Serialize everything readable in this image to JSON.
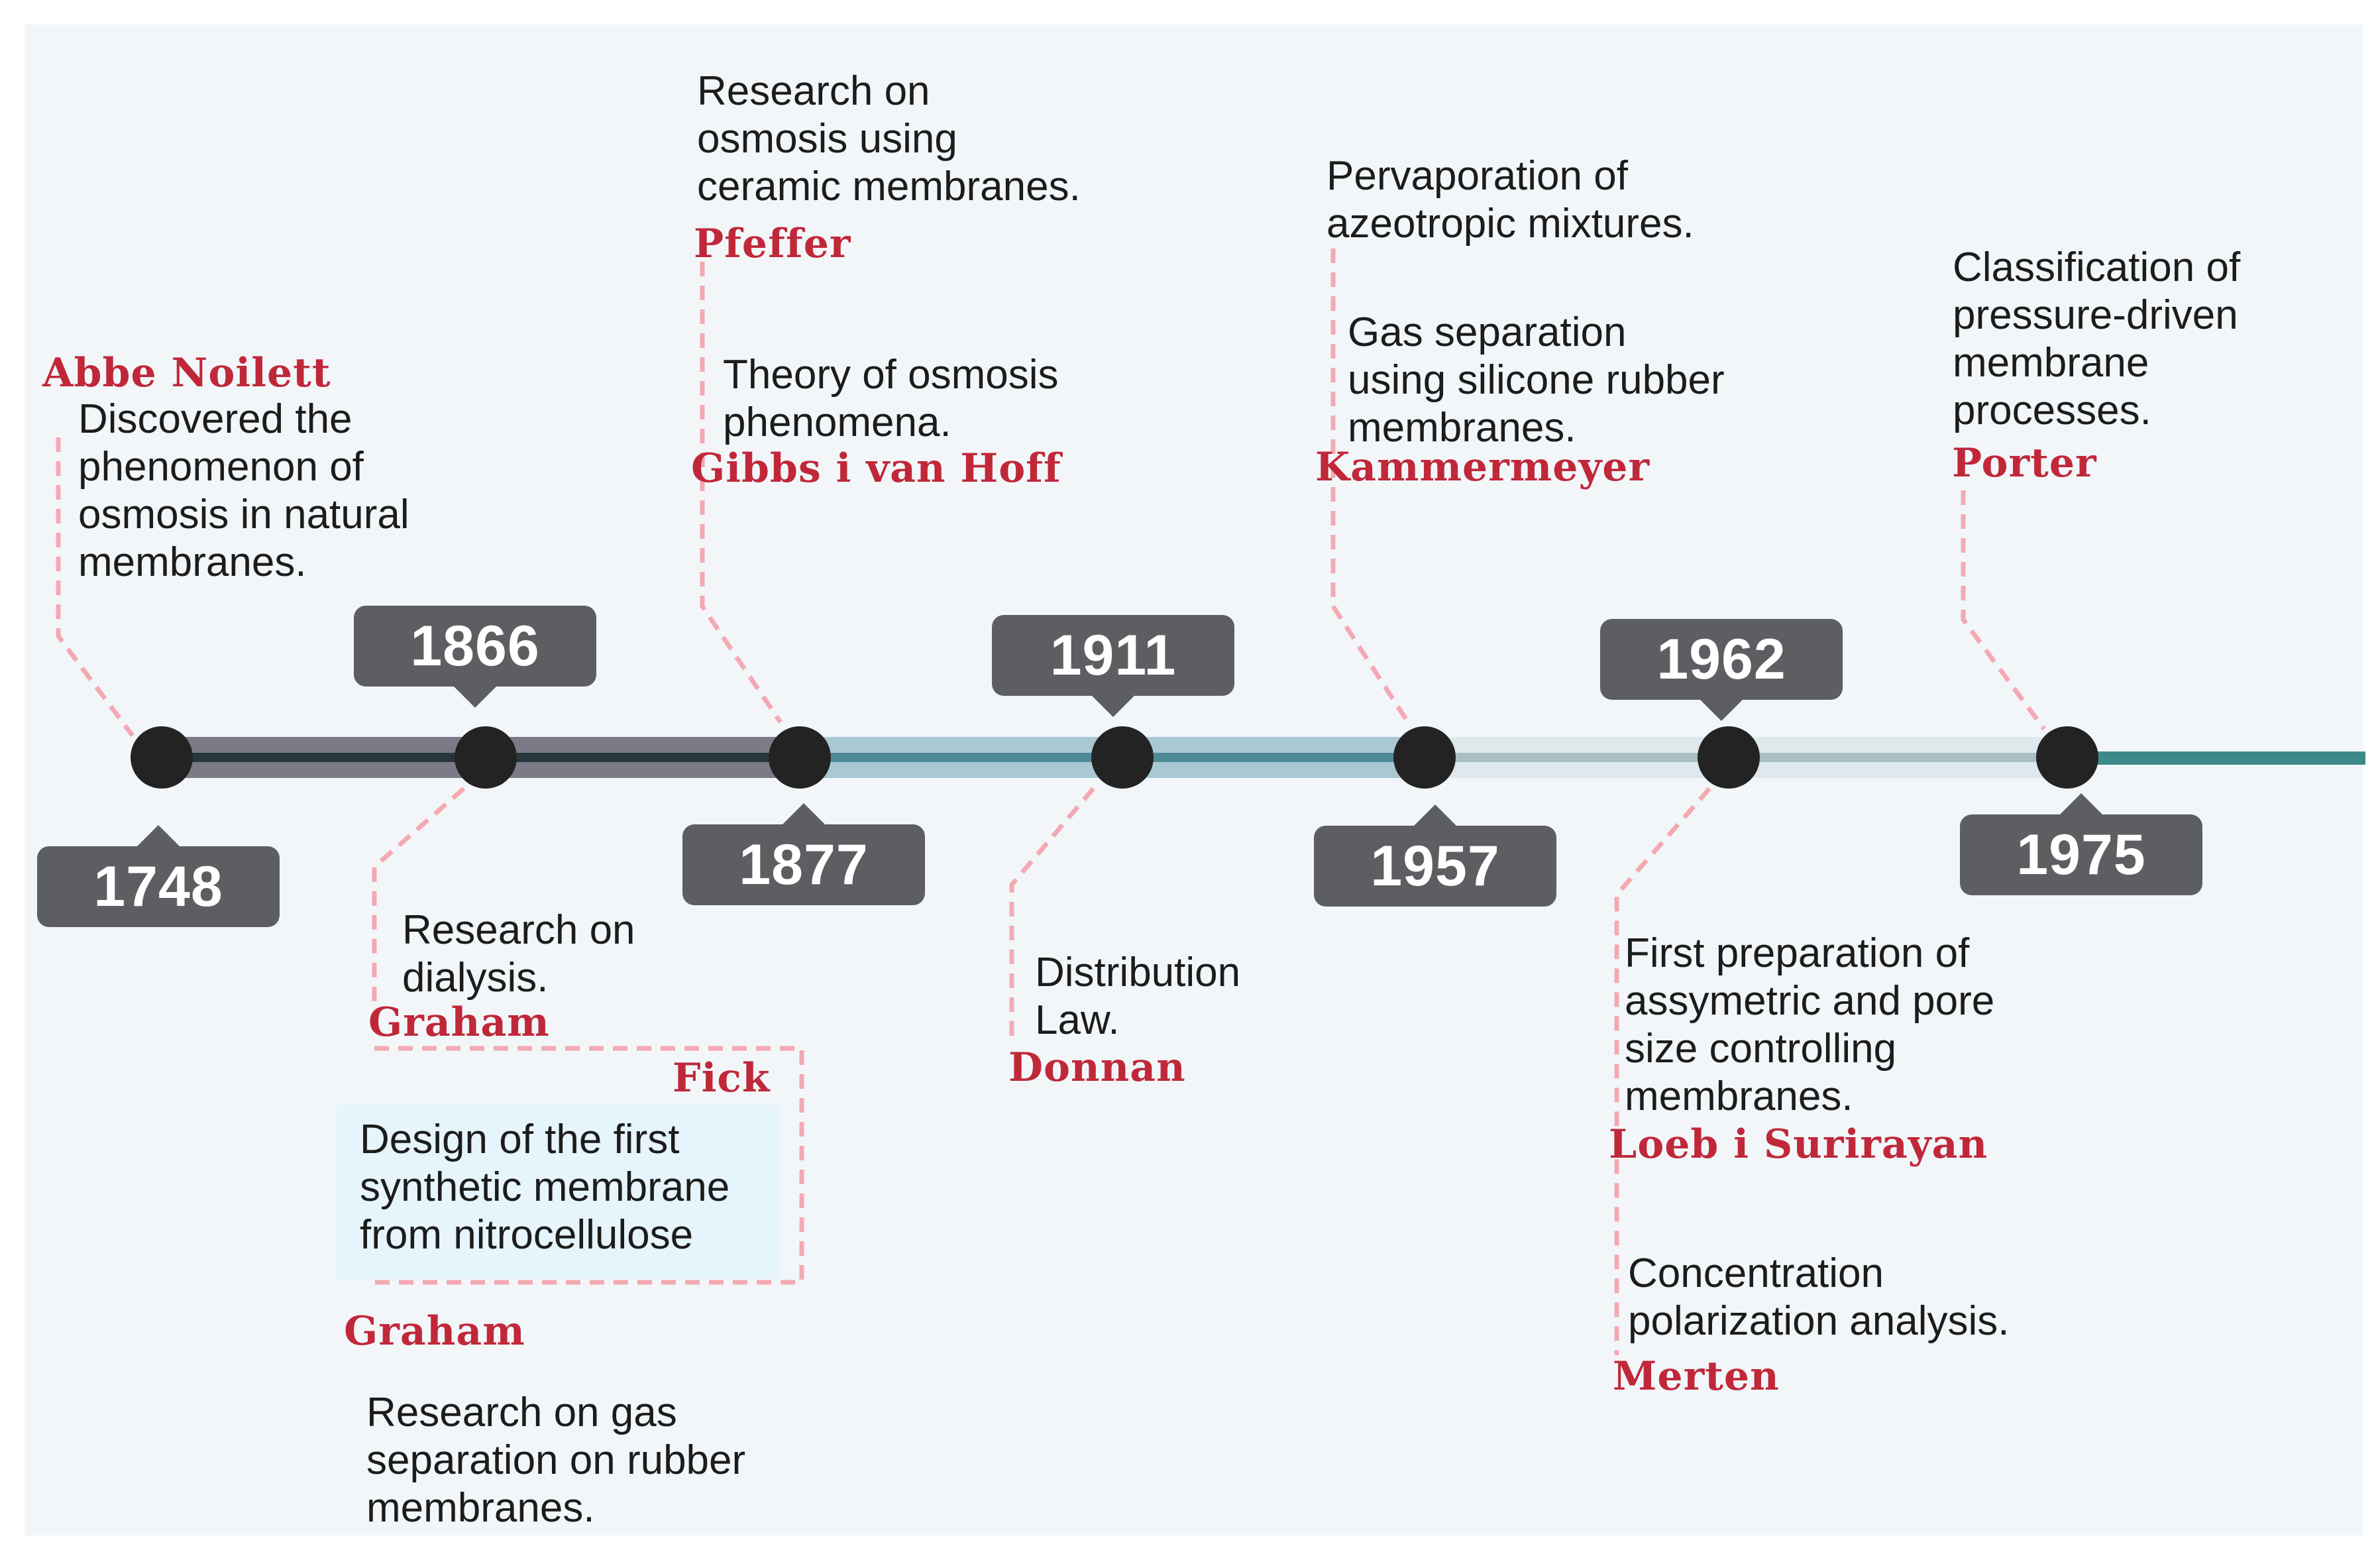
{
  "colors": {
    "year_box": "#5c5e62",
    "dot": "#232323",
    "name_red": "#c0283a",
    "dashed_line": "#f4a9b2",
    "highlight_box": "#e6f4fb",
    "line_dark": "#2f3b3f",
    "line_teal": "#3e8a8a"
  },
  "years": [
    "1748",
    "1866",
    "1877",
    "1911",
    "1957",
    "1962",
    "1975"
  ],
  "events": {
    "e1748": {
      "desc": "Discovered the\nphenomenon of\nosmosis in natural\nmembranes.",
      "name": "Abbe Noilett"
    },
    "e1866a": {
      "desc": "Research on\ndialysis.",
      "name": "Graham"
    },
    "e1866b": {
      "desc": "Design  of the  first\nsynthetic  membrane\nfrom  nitrocellulose",
      "name": "Fick"
    },
    "e1866c": {
      "desc": "Research on gas\nseparation on rubber\nmembranes.",
      "name": "Graham"
    },
    "e1877a": {
      "desc": "Research on\nosmosis using\nceramic membranes.",
      "name": "Pfeffer"
    },
    "e1877b": {
      "desc": "Theory of osmosis\nphenomena.",
      "name": "Gibbs i van Hoff"
    },
    "e1911": {
      "desc": "Distribution\nLaw.",
      "name": "Donnan"
    },
    "e1957a": {
      "desc": "Pervaporation of\nazeotropic mixtures.",
      "name": ""
    },
    "e1957b": {
      "desc": "Gas separation\nusing silicone rubber\nmembranes.",
      "name": "Kammermeyer"
    },
    "e1962a": {
      "desc": "First preparation of\nassymetric and pore\nsize controlling\nmembranes.",
      "name": "Loeb i Surirayan"
    },
    "e1962b": {
      "desc": "Concentration\npolarization analysis.",
      "name": "Merten"
    },
    "e1975": {
      "desc": "Classification of\npressure-driven\nmembrane\nprocesses.",
      "name": "Porter"
    }
  }
}
